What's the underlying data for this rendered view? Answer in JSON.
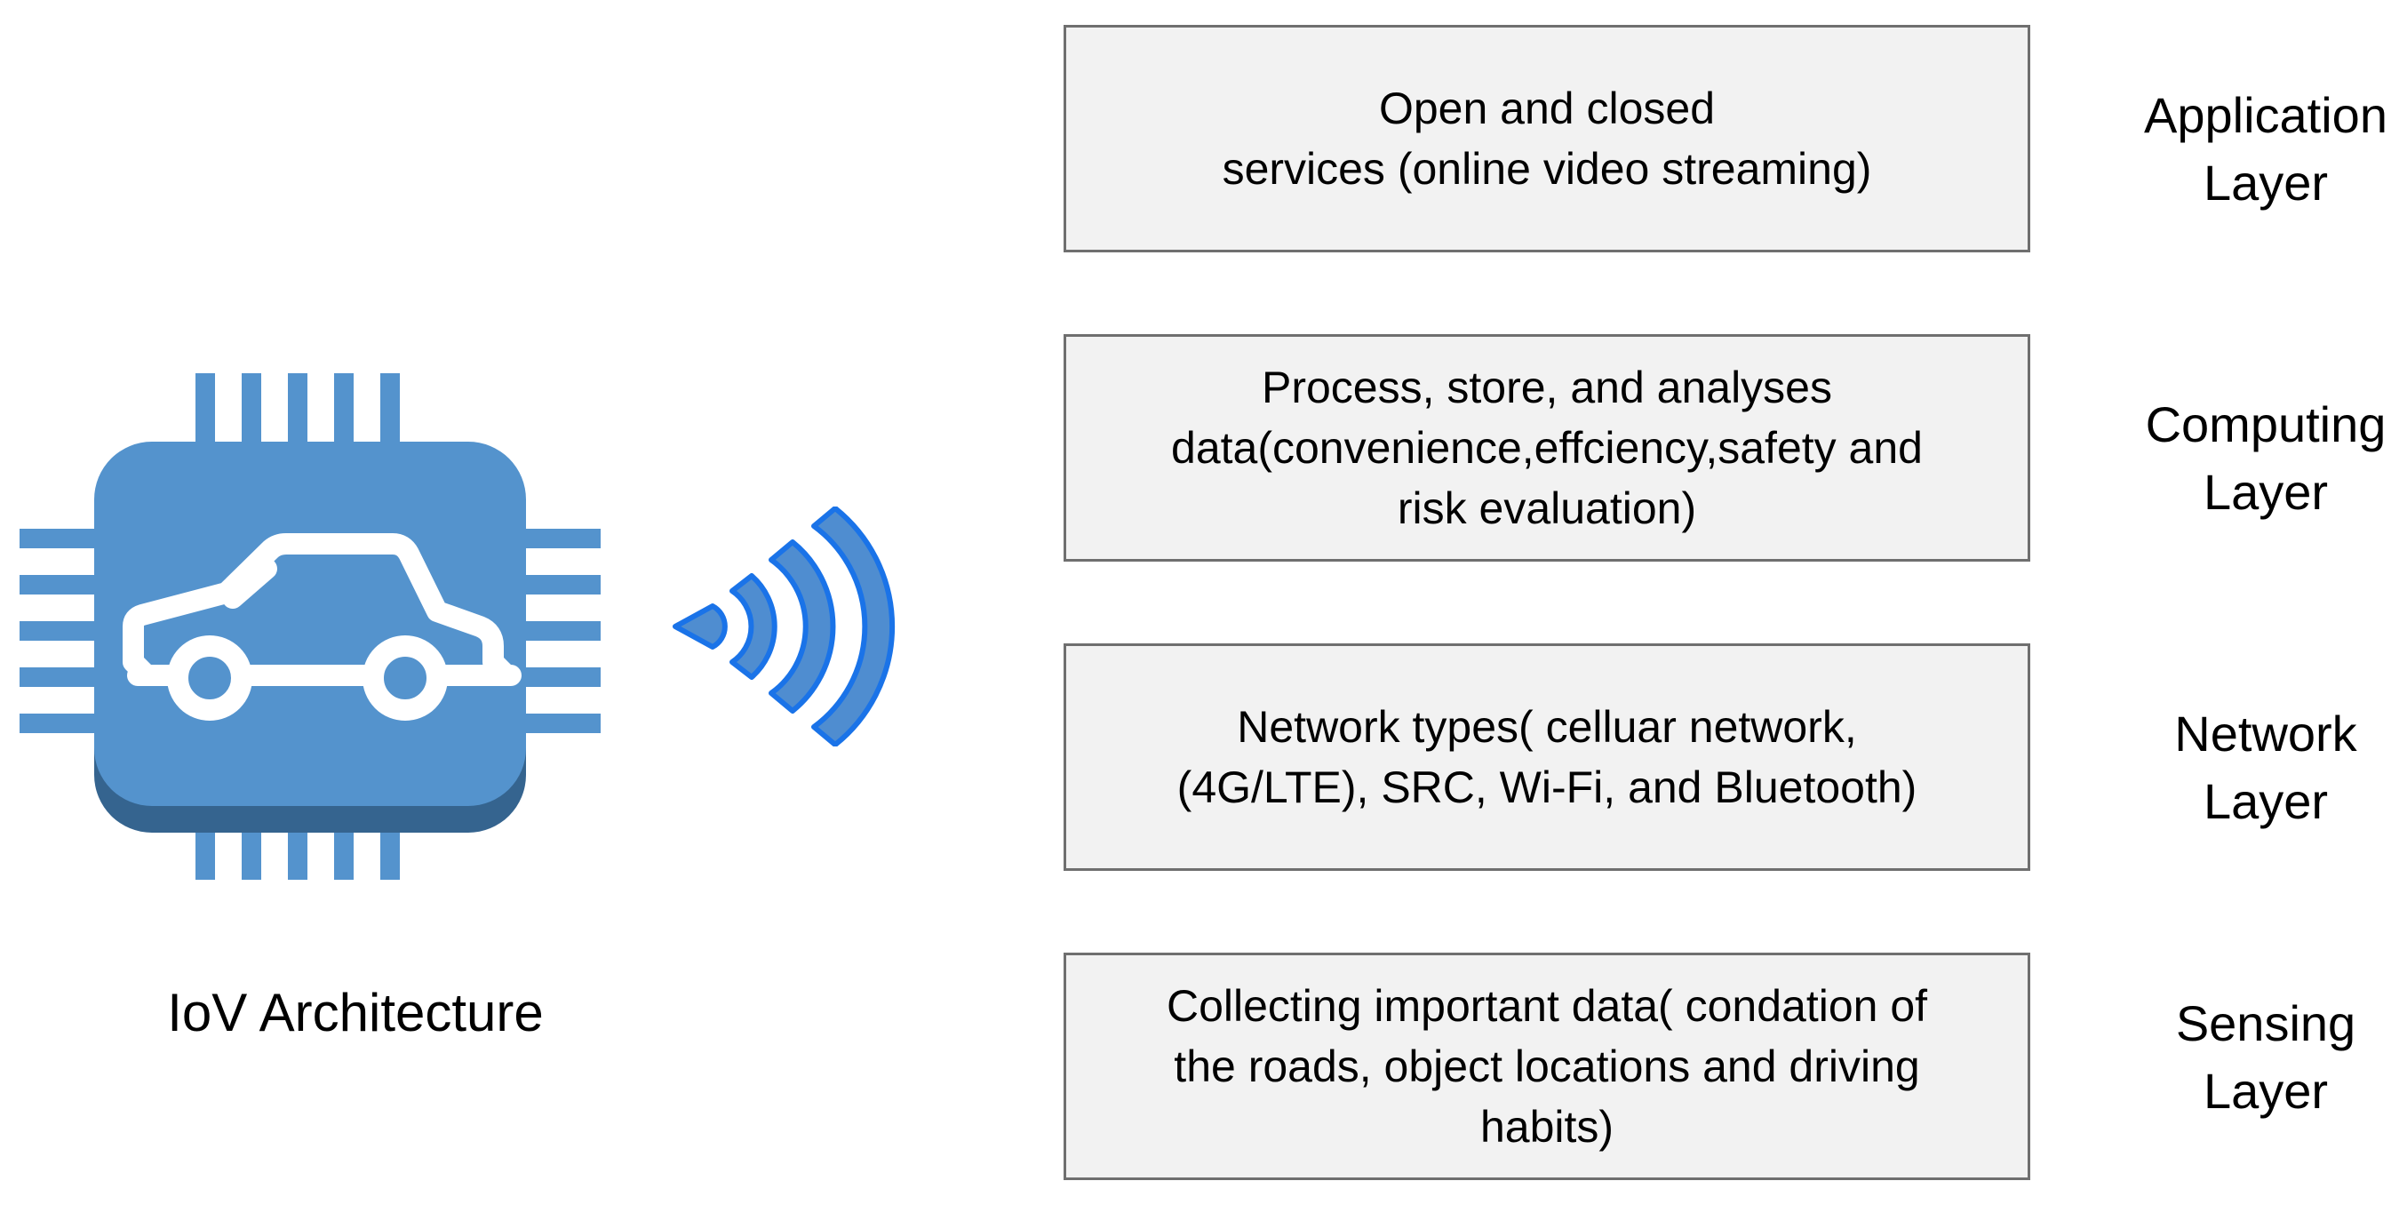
{
  "caption": "IoV Architecture",
  "layers": [
    {
      "description": "Open and closed\nservices (online video streaming)",
      "label": "Application\nLayer"
    },
    {
      "description": "Process, store, and analyses\ndata(convenience,effciency,safety and\nrisk evaluation)",
      "label": "Computing\nLayer"
    },
    {
      "description": "Network types( celluar network,\n(4G/LTE), SRC, Wi-Fi, and Bluetooth)",
      "label": "Network\nLayer"
    },
    {
      "description": "Collecting important data( condation of\nthe roads, object locations and driving\nhabits)",
      "label": "Sensing\nLayer"
    }
  ],
  "colors": {
    "chip": "#5493cd",
    "chip_shadow": "#35648f",
    "wave_fill": "#4f8dd0",
    "wave_stroke": "#1a73e8",
    "box_fill": "#f2f2f2",
    "box_border": "#6f6f6f"
  },
  "icons": {
    "chip": "car-chip-icon",
    "signal": "wireless-signal-icon"
  }
}
